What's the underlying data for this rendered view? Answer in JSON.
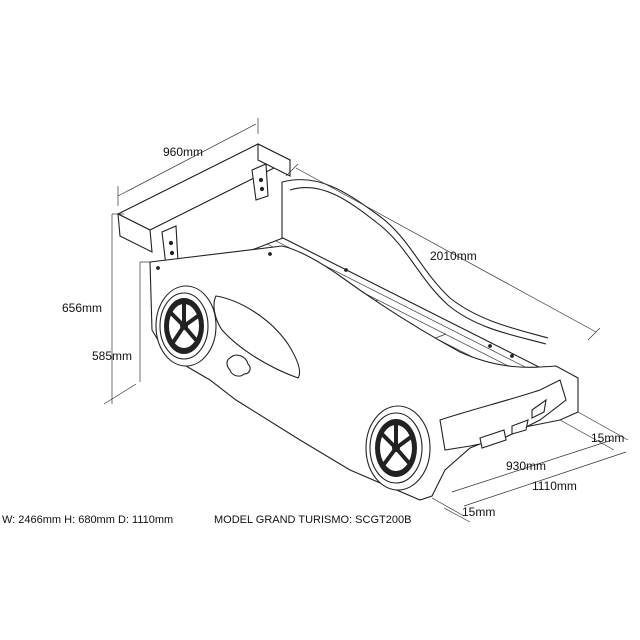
{
  "dimensions": {
    "spoiler_width": "960mm",
    "overall_length": "2010mm",
    "overall_height": "656mm",
    "side_height": "585mm",
    "end_offset_top": "15mm",
    "inner_width": "930mm",
    "outer_width": "1110mm",
    "end_offset_bottom": "15mm"
  },
  "captions": {
    "overall": "W: 2466mm H: 680mm D: 1110mm",
    "model": "MODEL GRAND TURISMO: SCGT200B"
  },
  "colors": {
    "line": "#222222",
    "background": "#ffffff"
  }
}
